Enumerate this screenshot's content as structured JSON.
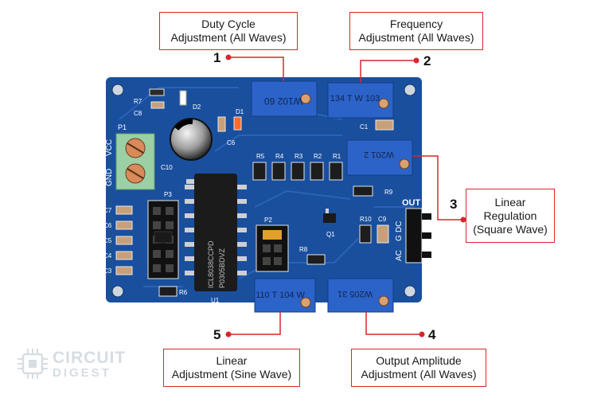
{
  "callouts": [
    {
      "number": "1",
      "line1": "Duty Cycle",
      "line2": "Adjustment (All Waves)",
      "line3": ""
    },
    {
      "number": "2",
      "line1": "Frequency",
      "line2": "Adjustment (All Waves)",
      "line3": ""
    },
    {
      "number": "3",
      "line1": "Linear",
      "line2": "Regulation",
      "line3": "(Square Wave)"
    },
    {
      "number": "4",
      "line1": "Output Amplitude",
      "line2": "Adjustment (All Waves)",
      "line3": ""
    },
    {
      "number": "5",
      "line1": "Linear",
      "line2": "Adjustment (Sine Wave)",
      "line3": ""
    }
  ],
  "board": {
    "pot_labels": {
      "duty": "W102 60",
      "freq": "134 T W 103",
      "linear_reg": "W201 2",
      "sine": "110 T 104 W",
      "amplitude": "W205 31"
    },
    "power_labels": {
      "p1": "P1",
      "vcc": "VCC",
      "gnd": "GND"
    },
    "out_labels": {
      "out": "OUT",
      "ac": "AC",
      "g": "G",
      "dc": "DC"
    },
    "chip": {
      "line1": "ICL8038CCPD",
      "line2": "P0305BDVZ",
      "ref": "U1"
    },
    "refs": {
      "r7": "R7",
      "c8": "C8",
      "d2": "D2",
      "d1": "D1",
      "c6cap": "C6",
      "c10": "C10",
      "r5": "R5",
      "r4": "R4",
      "r3": "R3",
      "r2": "R2",
      "r1": "R1",
      "r9": "R9",
      "c1": "C1",
      "p3": "P3",
      "p2": "P2",
      "r10": "R10",
      "c9": "C9",
      "q1": "Q1",
      "r8": "R8",
      "r6": "R6",
      "c7": "C7",
      "c6": "C6",
      "c5": "C5",
      "c4": "C4",
      "c3": "C3"
    }
  },
  "logo": {
    "word1": "CIRCUIT",
    "word2": "DIGEST"
  },
  "colors": {
    "pcb": "#1a4f9e",
    "accent": "#d9262b",
    "pot": "#2c63c8",
    "logo": "#d6dde3"
  }
}
